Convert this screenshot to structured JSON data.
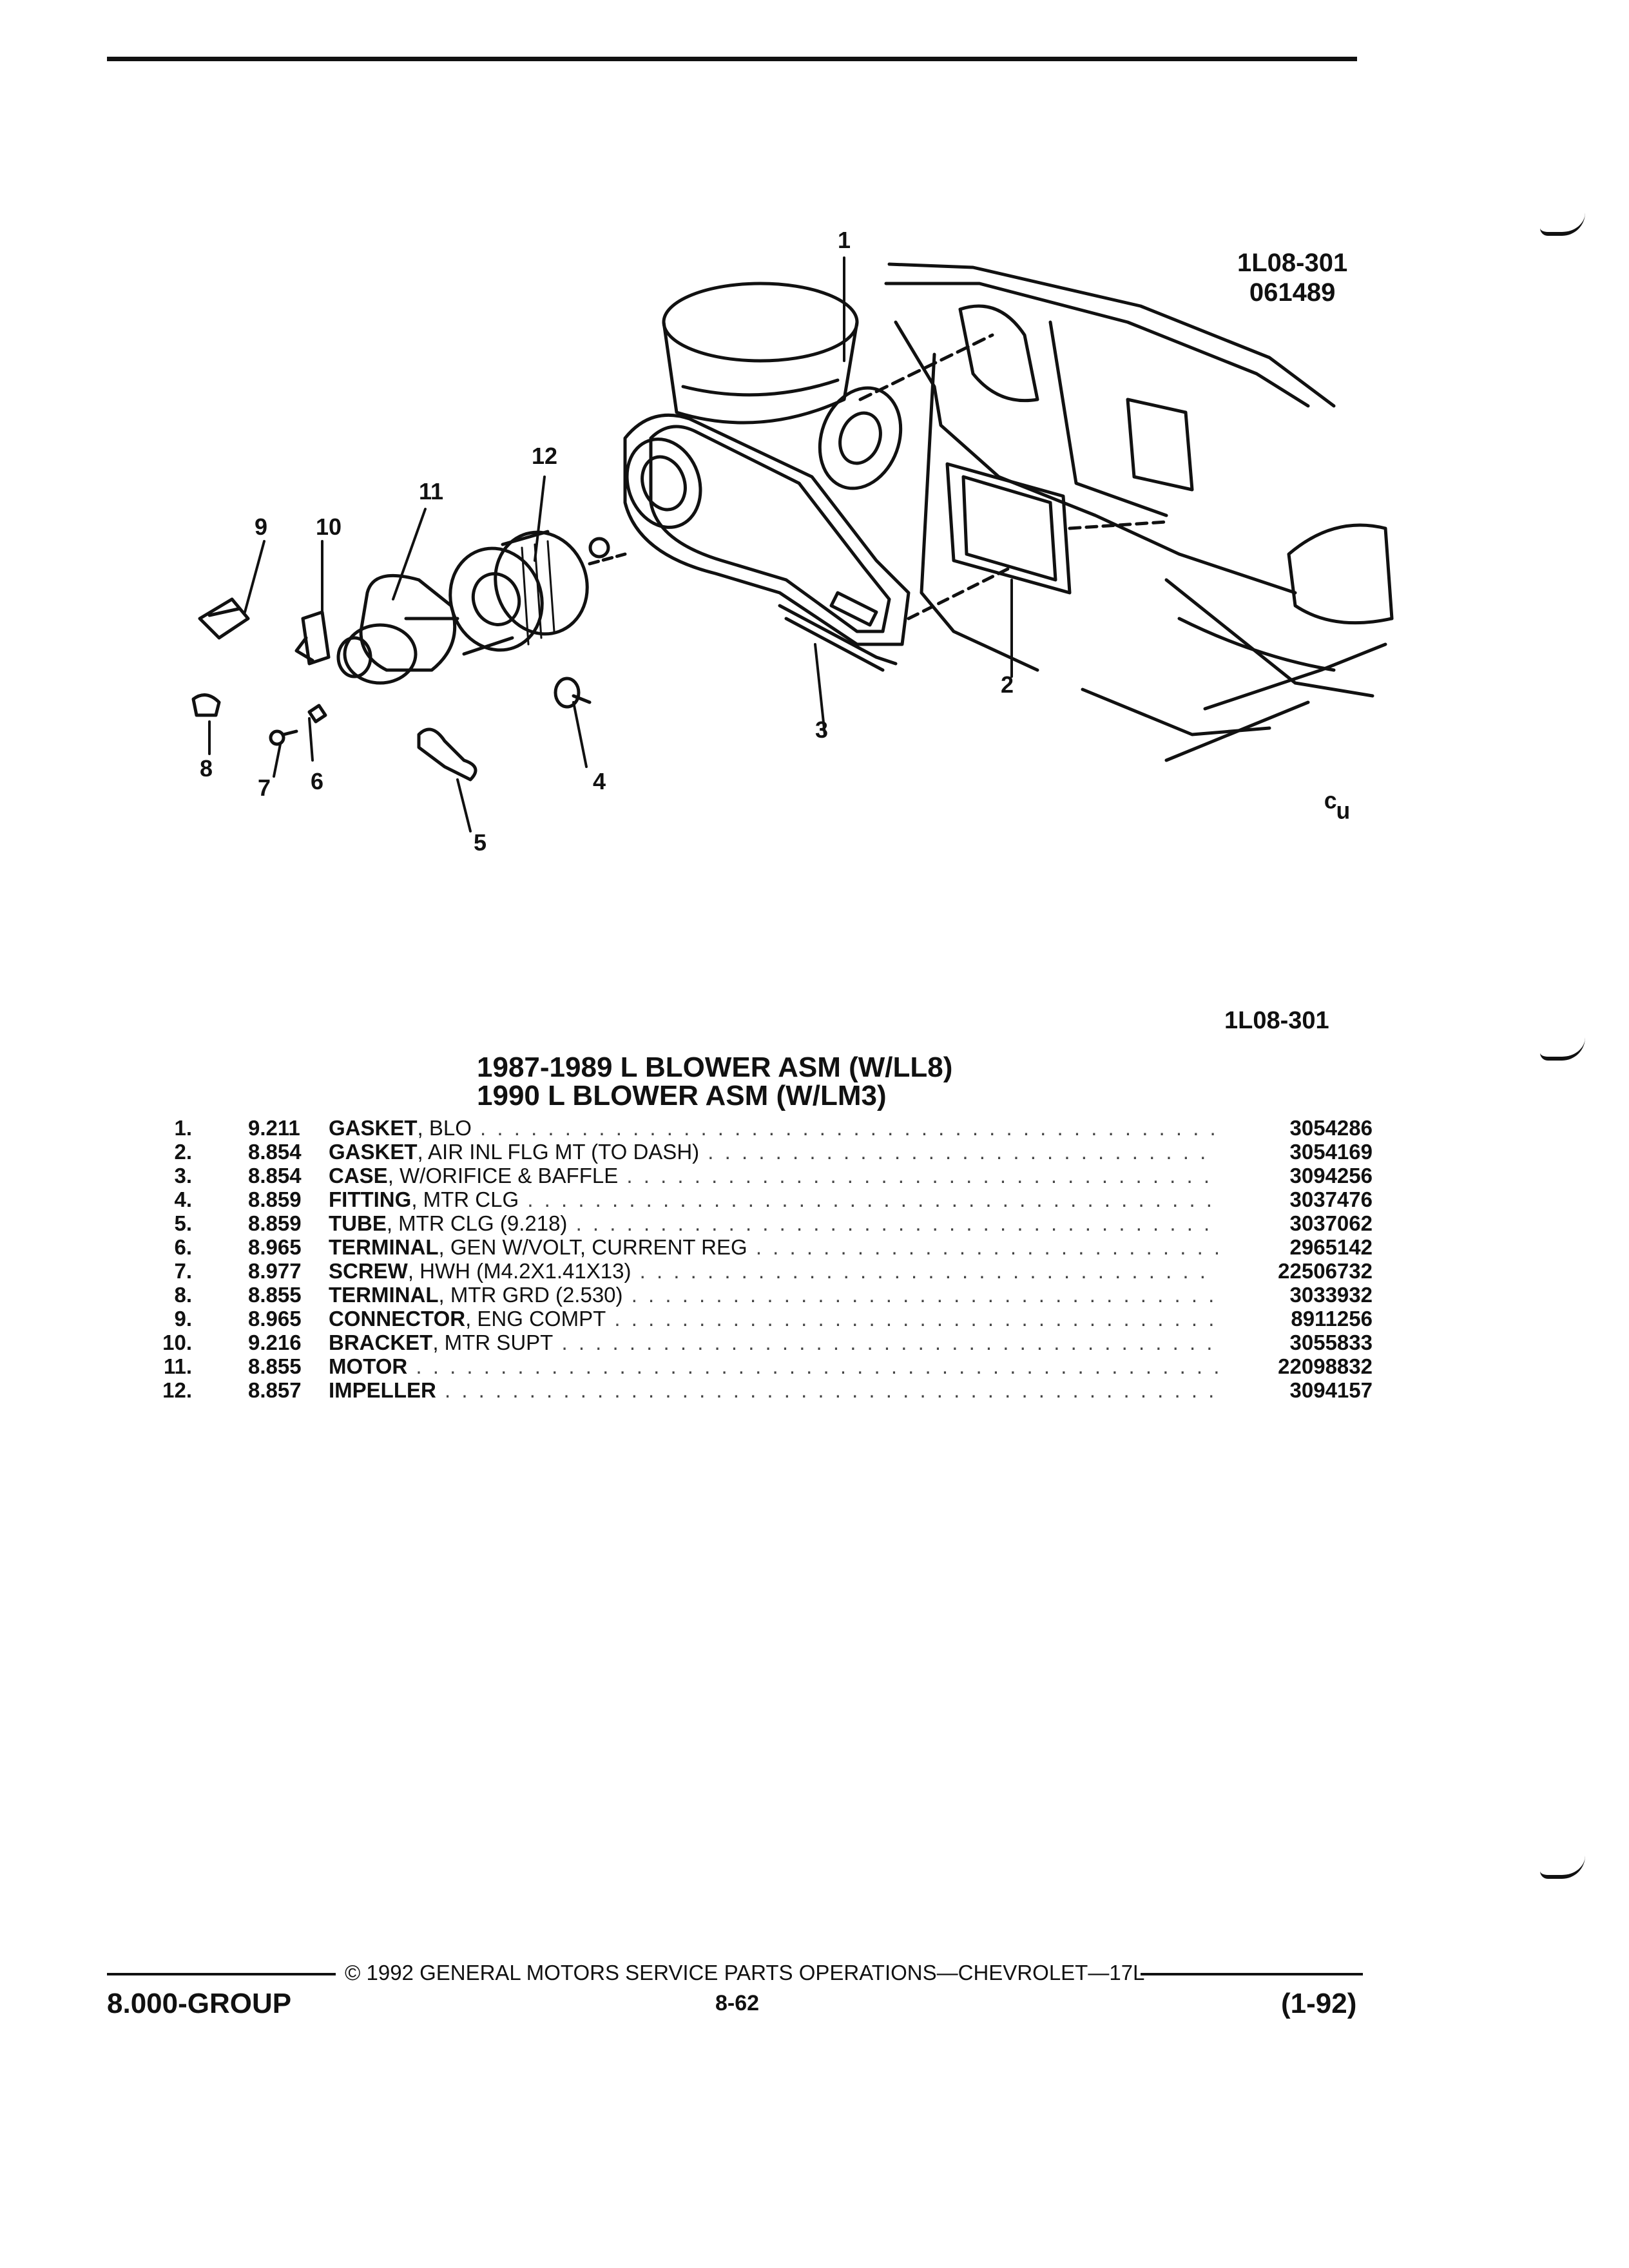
{
  "figure": {
    "id": "1L08-301",
    "date_code": "061489",
    "caption_id": "1L08-301",
    "callouts": [
      "1",
      "2",
      "3",
      "4",
      "5",
      "6",
      "7",
      "8",
      "9",
      "10",
      "11",
      "12"
    ],
    "symbol": "ᶜᵤ"
  },
  "title": {
    "line1": "1987-1989 L BLOWER ASM (W/LL8)",
    "line2": "1990 L BLOWER ASM (W/LM3)"
  },
  "parts": [
    {
      "num": "1.",
      "code": "9.211",
      "name": "GASKET",
      "detail": ", BLO",
      "part_no": "3054286"
    },
    {
      "num": "2.",
      "code": "8.854",
      "name": "GASKET",
      "detail": ", AIR INL FLG MT (TO DASH)",
      "part_no": "3054169"
    },
    {
      "num": "3.",
      "code": "8.854",
      "name": "CASE",
      "detail": ", W/ORIFICE & BAFFLE",
      "part_no": "3094256"
    },
    {
      "num": "4.",
      "code": "8.859",
      "name": "FITTING",
      "detail": ", MTR CLG",
      "part_no": "3037476"
    },
    {
      "num": "5.",
      "code": "8.859",
      "name": "TUBE",
      "detail": ", MTR CLG (9.218)",
      "part_no": "3037062"
    },
    {
      "num": "6.",
      "code": "8.965",
      "name": "TERMINAL",
      "detail": ", GEN W/VOLT, CURRENT REG",
      "part_no": "2965142"
    },
    {
      "num": "7.",
      "code": "8.977",
      "name": "SCREW",
      "detail": ", HWH (M4.2X1.41X13)",
      "part_no": "22506732"
    },
    {
      "num": "8.",
      "code": "8.855",
      "name": "TERMINAL",
      "detail": ", MTR GRD (2.530)",
      "part_no": "3033932"
    },
    {
      "num": "9.",
      "code": "8.965",
      "name": "CONNECTOR",
      "detail": ", ENG COMPT",
      "part_no": "8911256"
    },
    {
      "num": "10.",
      "code": "9.216",
      "name": "BRACKET",
      "detail": ", MTR SUPT",
      "part_no": "3055833"
    },
    {
      "num": "11.",
      "code": "8.855",
      "name": "MOTOR",
      "detail": "",
      "part_no": "22098832"
    },
    {
      "num": "12.",
      "code": "8.857",
      "name": "IMPELLER",
      "detail": "",
      "part_no": "3094157"
    }
  ],
  "footer": {
    "copyright": "© 1992 GENERAL MOTORS SERVICE PARTS OPERATIONS—CHEVROLET—17L",
    "group": "8.000-GROUP",
    "page": "8-62",
    "date": "(1-92)"
  }
}
